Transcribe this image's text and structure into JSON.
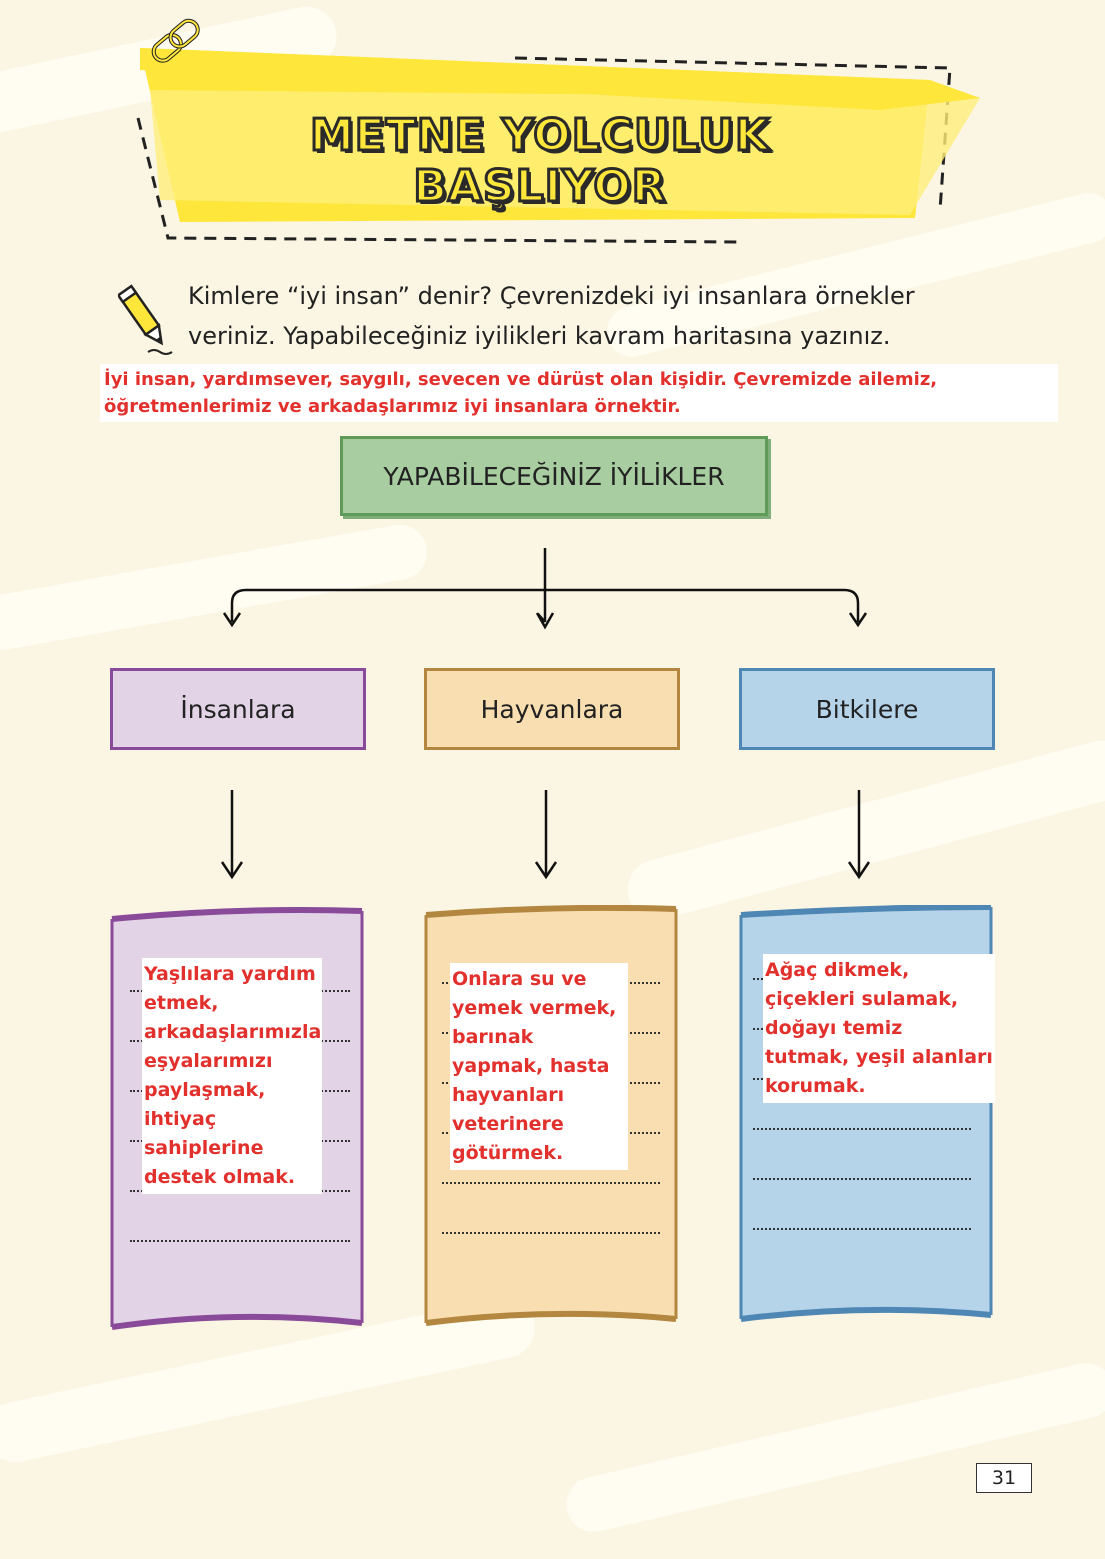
{
  "banner": {
    "title": "METNE YOLCULUK BAŞLIYOR"
  },
  "question": {
    "line1": "Kimlere “iyi insan” denir? Çevrenizdeki iyi insanlara örnekler",
    "line2": "veriniz. Yapabileceğiniz iyilikleri kavram haritasına yazınız."
  },
  "answer": {
    "line1": "İyi insan, yardımsever, saygılı, sevecen ve dürüst olan kişidir. Çevremizde ailemiz,",
    "line2": "öğretmenlerimiz ve arkadaşlarımız iyi insanlara örnektir."
  },
  "concept_map": {
    "root": "YAPABİLECEĞİNİZ İYİLİKLER",
    "branches": [
      {
        "label": "İnsanlara",
        "answer": "Yaşlılara yardım etmek, arkadaşlarımızla eşyalarımızı paylaşmak, ihtiyaç sahiplerine destek olmak."
      },
      {
        "label": "Hayvanlara",
        "answer": "Onlara su ve yemek vermek, barınak yapmak, hasta hayvanları veterinere götürmek."
      },
      {
        "label": "Bitkilere",
        "answer": "Ağaç dikmek, çiçekleri sulamak, doğayı temiz tutmak, yeşil alanları korumak."
      }
    ]
  },
  "page_number": "31",
  "colors": {
    "banner_yellow": "#ffe63a",
    "root_green": "#a8cda0",
    "purple": "#8a4a9a",
    "orange": "#b3873f",
    "blue": "#4f87b4",
    "answer_red": "#e2302c"
  },
  "icons": [
    "chain-link-icon",
    "pencil-icon"
  ]
}
